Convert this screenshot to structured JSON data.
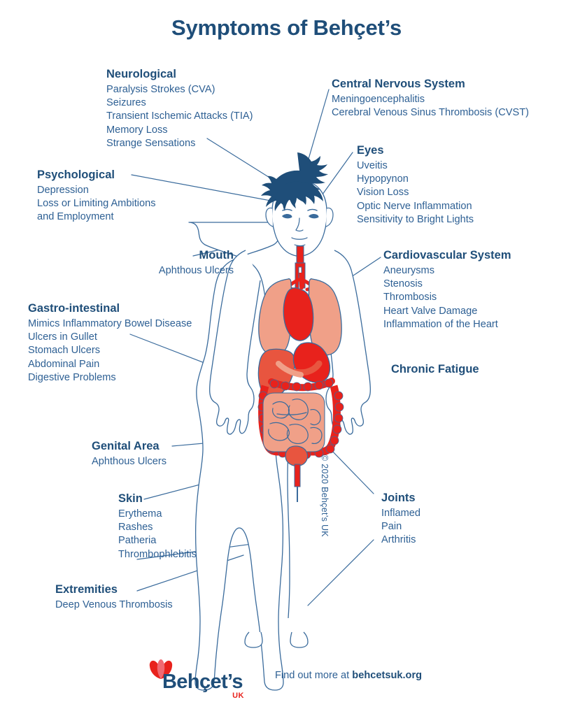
{
  "title": "Symptoms of Behçet’s",
  "colors": {
    "heading_blue": "#1f4e79",
    "body_blue": "#2e6094",
    "outline_blue": "#3a6b9c",
    "hair_blue": "#1f4e79",
    "organ_red": "#e8221c",
    "organ_salmon": "#f0a088",
    "organ_coral": "#e8553f",
    "logo_red": "#e8221c"
  },
  "callouts": [
    {
      "id": "neurological",
      "heading": "Neurological",
      "items": [
        "Paralysis Strokes (CVA)",
        "Seizures",
        "Transient Ischemic Attacks (TIA)",
        "Memory Loss",
        "Strange Sensations"
      ]
    },
    {
      "id": "psychological",
      "heading": "Psychological",
      "items": [
        "Depression",
        "Loss or Limiting Ambitions",
        "and Employment"
      ]
    },
    {
      "id": "mouth",
      "heading": "Mouth",
      "items": [
        "Aphthous Ulcers"
      ]
    },
    {
      "id": "gastro-intestinal",
      "heading": "Gastro-intestinal",
      "items": [
        "Mimics Inflammatory Bowel Disease",
        "Ulcers in Gullet",
        "Stomach Ulcers",
        "Abdominal Pain",
        "Digestive Problems"
      ]
    },
    {
      "id": "genital-area",
      "heading": "Genital Area",
      "items": [
        "Aphthous Ulcers"
      ]
    },
    {
      "id": "skin",
      "heading": "Skin",
      "items": [
        "Erythema",
        "Rashes",
        "Patheria",
        "Thrombophlebitis"
      ]
    },
    {
      "id": "extremities",
      "heading": "Extremities",
      "items": [
        "Deep Venous Thrombosis"
      ]
    },
    {
      "id": "central-nervous-system",
      "heading": "Central Nervous System",
      "items": [
        "Meningoencephalitis",
        "Cerebral Venous Sinus Thrombosis (CVST)"
      ]
    },
    {
      "id": "eyes",
      "heading": "Eyes",
      "items": [
        "Uveitis",
        "Hypopynon",
        "Vision Loss",
        "Optic Nerve Inflammation",
        "Sensitivity to Bright Lights"
      ]
    },
    {
      "id": "cardiovascular-system",
      "heading": "Cardiovascular System",
      "items": [
        "Aneurysms",
        "Stenosis",
        "Thrombosis",
        "Heart Valve Damage",
        "Inflammation of the Heart"
      ]
    },
    {
      "id": "joints",
      "heading": "Joints",
      "items": [
        "Inflamed",
        "Pain",
        "Arthritis"
      ]
    }
  ],
  "chronic_fatigue": "Chronic Fatigue",
  "copyright": "© 2020 Behçet’s UK",
  "footer": {
    "logo_word": "Behçet’s",
    "logo_uk": "UK",
    "cta_prefix": "Find out more at ",
    "cta_site": "behcetsuk.org"
  }
}
